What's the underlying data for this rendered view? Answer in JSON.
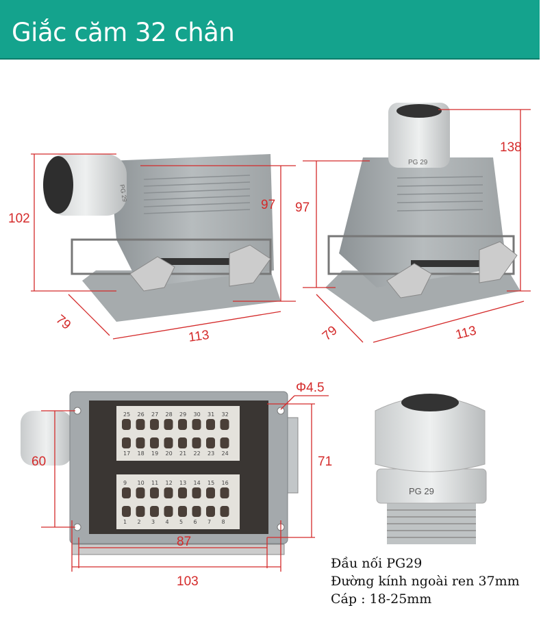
{
  "header": {
    "title": "Giắc căm 32 chân"
  },
  "dimensions": {
    "side_height": "102",
    "side_hood_height": "97",
    "side_depth": "79",
    "side_length": "113",
    "rear_total_height": "138",
    "rear_hood_height": "97",
    "rear_depth": "79",
    "rear_length": "113",
    "hole_diameter": "Φ4.5",
    "front_inner_height": "71",
    "front_hole_spacing_v": "60",
    "front_inner_width": "87",
    "front_hole_spacing_h": "103"
  },
  "gland_label": "PG 29",
  "gland_label_small": "PG 29",
  "pins": {
    "row_top_upper": [
      "25",
      "26",
      "27",
      "28",
      "29",
      "30",
      "31",
      "32"
    ],
    "row_top_lower": [
      "17",
      "18",
      "19",
      "20",
      "21",
      "22",
      "23",
      "24"
    ],
    "row_bottom_upper": [
      "9",
      "10",
      "11",
      "12",
      "13",
      "14",
      "15",
      "16"
    ],
    "row_bottom_lower": [
      "1",
      "2",
      "3",
      "4",
      "5",
      "6",
      "7",
      "8"
    ]
  },
  "specs": {
    "line1": "Đầu nối PG29",
    "line2": "Đường kính ngoài ren 37mm",
    "line3": "Cáp : 18-25mm"
  },
  "colors": {
    "brand": "#14a38d",
    "dimension": "#d42a2a"
  }
}
